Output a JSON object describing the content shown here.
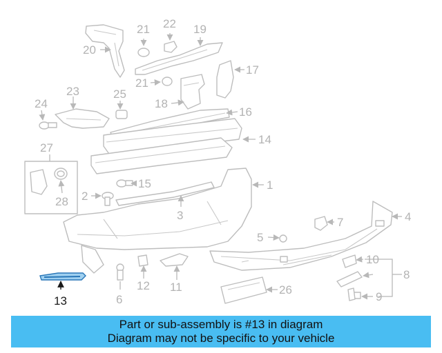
{
  "callouts": {
    "c1": "1",
    "c2": "2",
    "c3": "3",
    "c4": "4",
    "c5": "5",
    "c6": "6",
    "c7": "7",
    "c8": "8",
    "c9": "9",
    "c10": "10",
    "c11": "11",
    "c12": "12",
    "c13": "13",
    "c14": "14",
    "c15": "15",
    "c16": "16",
    "c17": "17",
    "c18": "18",
    "c19": "19",
    "c20": "20",
    "c21a": "21",
    "c21b": "21",
    "c22": "22",
    "c23": "23",
    "c24": "24",
    "c25": "25",
    "c26": "26",
    "c27": "27",
    "c28": "28"
  },
  "highlighted_part": "13",
  "colors": {
    "highlight": "#9fd0f0",
    "banner": "#49bdf2"
  },
  "banner": {
    "line1": "Part or sub-assembly is #13 in diagram",
    "line2": "Diagram may not be specific to your vehicle"
  }
}
